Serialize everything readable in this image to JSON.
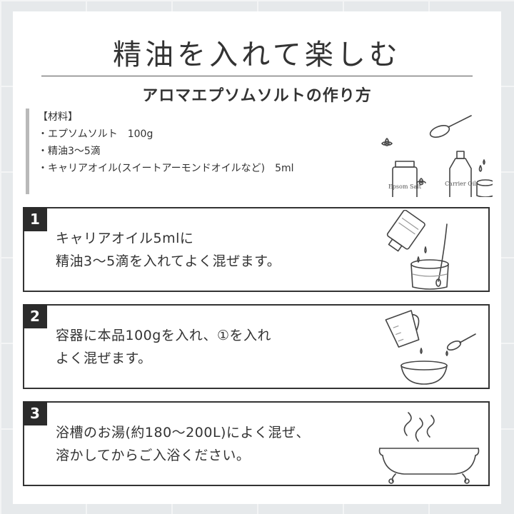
{
  "header": {
    "title": "精油を入れて楽しむ",
    "subtitle": "アロマエプソムソルトの作り方"
  },
  "materials": {
    "heading": "【材料】",
    "items": [
      "・エプソムソルト　100g",
      "・精油3〜5滴",
      "・キャリアオイル(スイートアーモンドオイルなど)　5ml"
    ],
    "bottle_labels": [
      "Epsom Salt",
      "Carrier Oil"
    ]
  },
  "steps": [
    {
      "number": "1",
      "lines": [
        "キャリアオイル5mlに",
        "精油3〜5滴を入れてよく混ぜます。"
      ]
    },
    {
      "number": "2",
      "lines": [
        "容器に本品100gを入れ、①を入れ",
        "よく混ぜます。"
      ]
    },
    {
      "number": "3",
      "lines": [
        "浴槽のお湯(約180〜200L)によく混ぜ、",
        "溶かしてからご入浴ください。"
      ]
    }
  ],
  "icons": {
    "materials": "salt-jar-spoon-bottle-icon",
    "step1": "pouring-bottle-glass-icon",
    "step2": "measuring-cup-bowl-icon",
    "step3": "bathtub-steam-icon"
  }
}
